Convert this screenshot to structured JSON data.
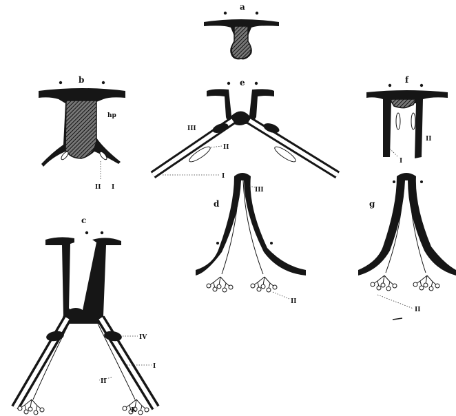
{
  "figures": {
    "a": {
      "label": "a"
    },
    "b": {
      "label": "b",
      "hp": "hp",
      "lower_labels": [
        "II",
        "I"
      ]
    },
    "c": {
      "label": "c",
      "labels": [
        "IV",
        "I",
        "II",
        "K"
      ]
    },
    "d": {
      "label": "d",
      "labels": [
        "III",
        "II"
      ]
    },
    "e": {
      "label": "e",
      "labels": [
        "III",
        "II",
        "I"
      ]
    },
    "f": {
      "label": "f",
      "labels": [
        "II",
        "I"
      ]
    },
    "g": {
      "label": "g",
      "labels": [
        "II"
      ]
    }
  },
  "icons": {
    "glands": "tubular-gland-icons",
    "ducts": "paired-duct-icons"
  }
}
